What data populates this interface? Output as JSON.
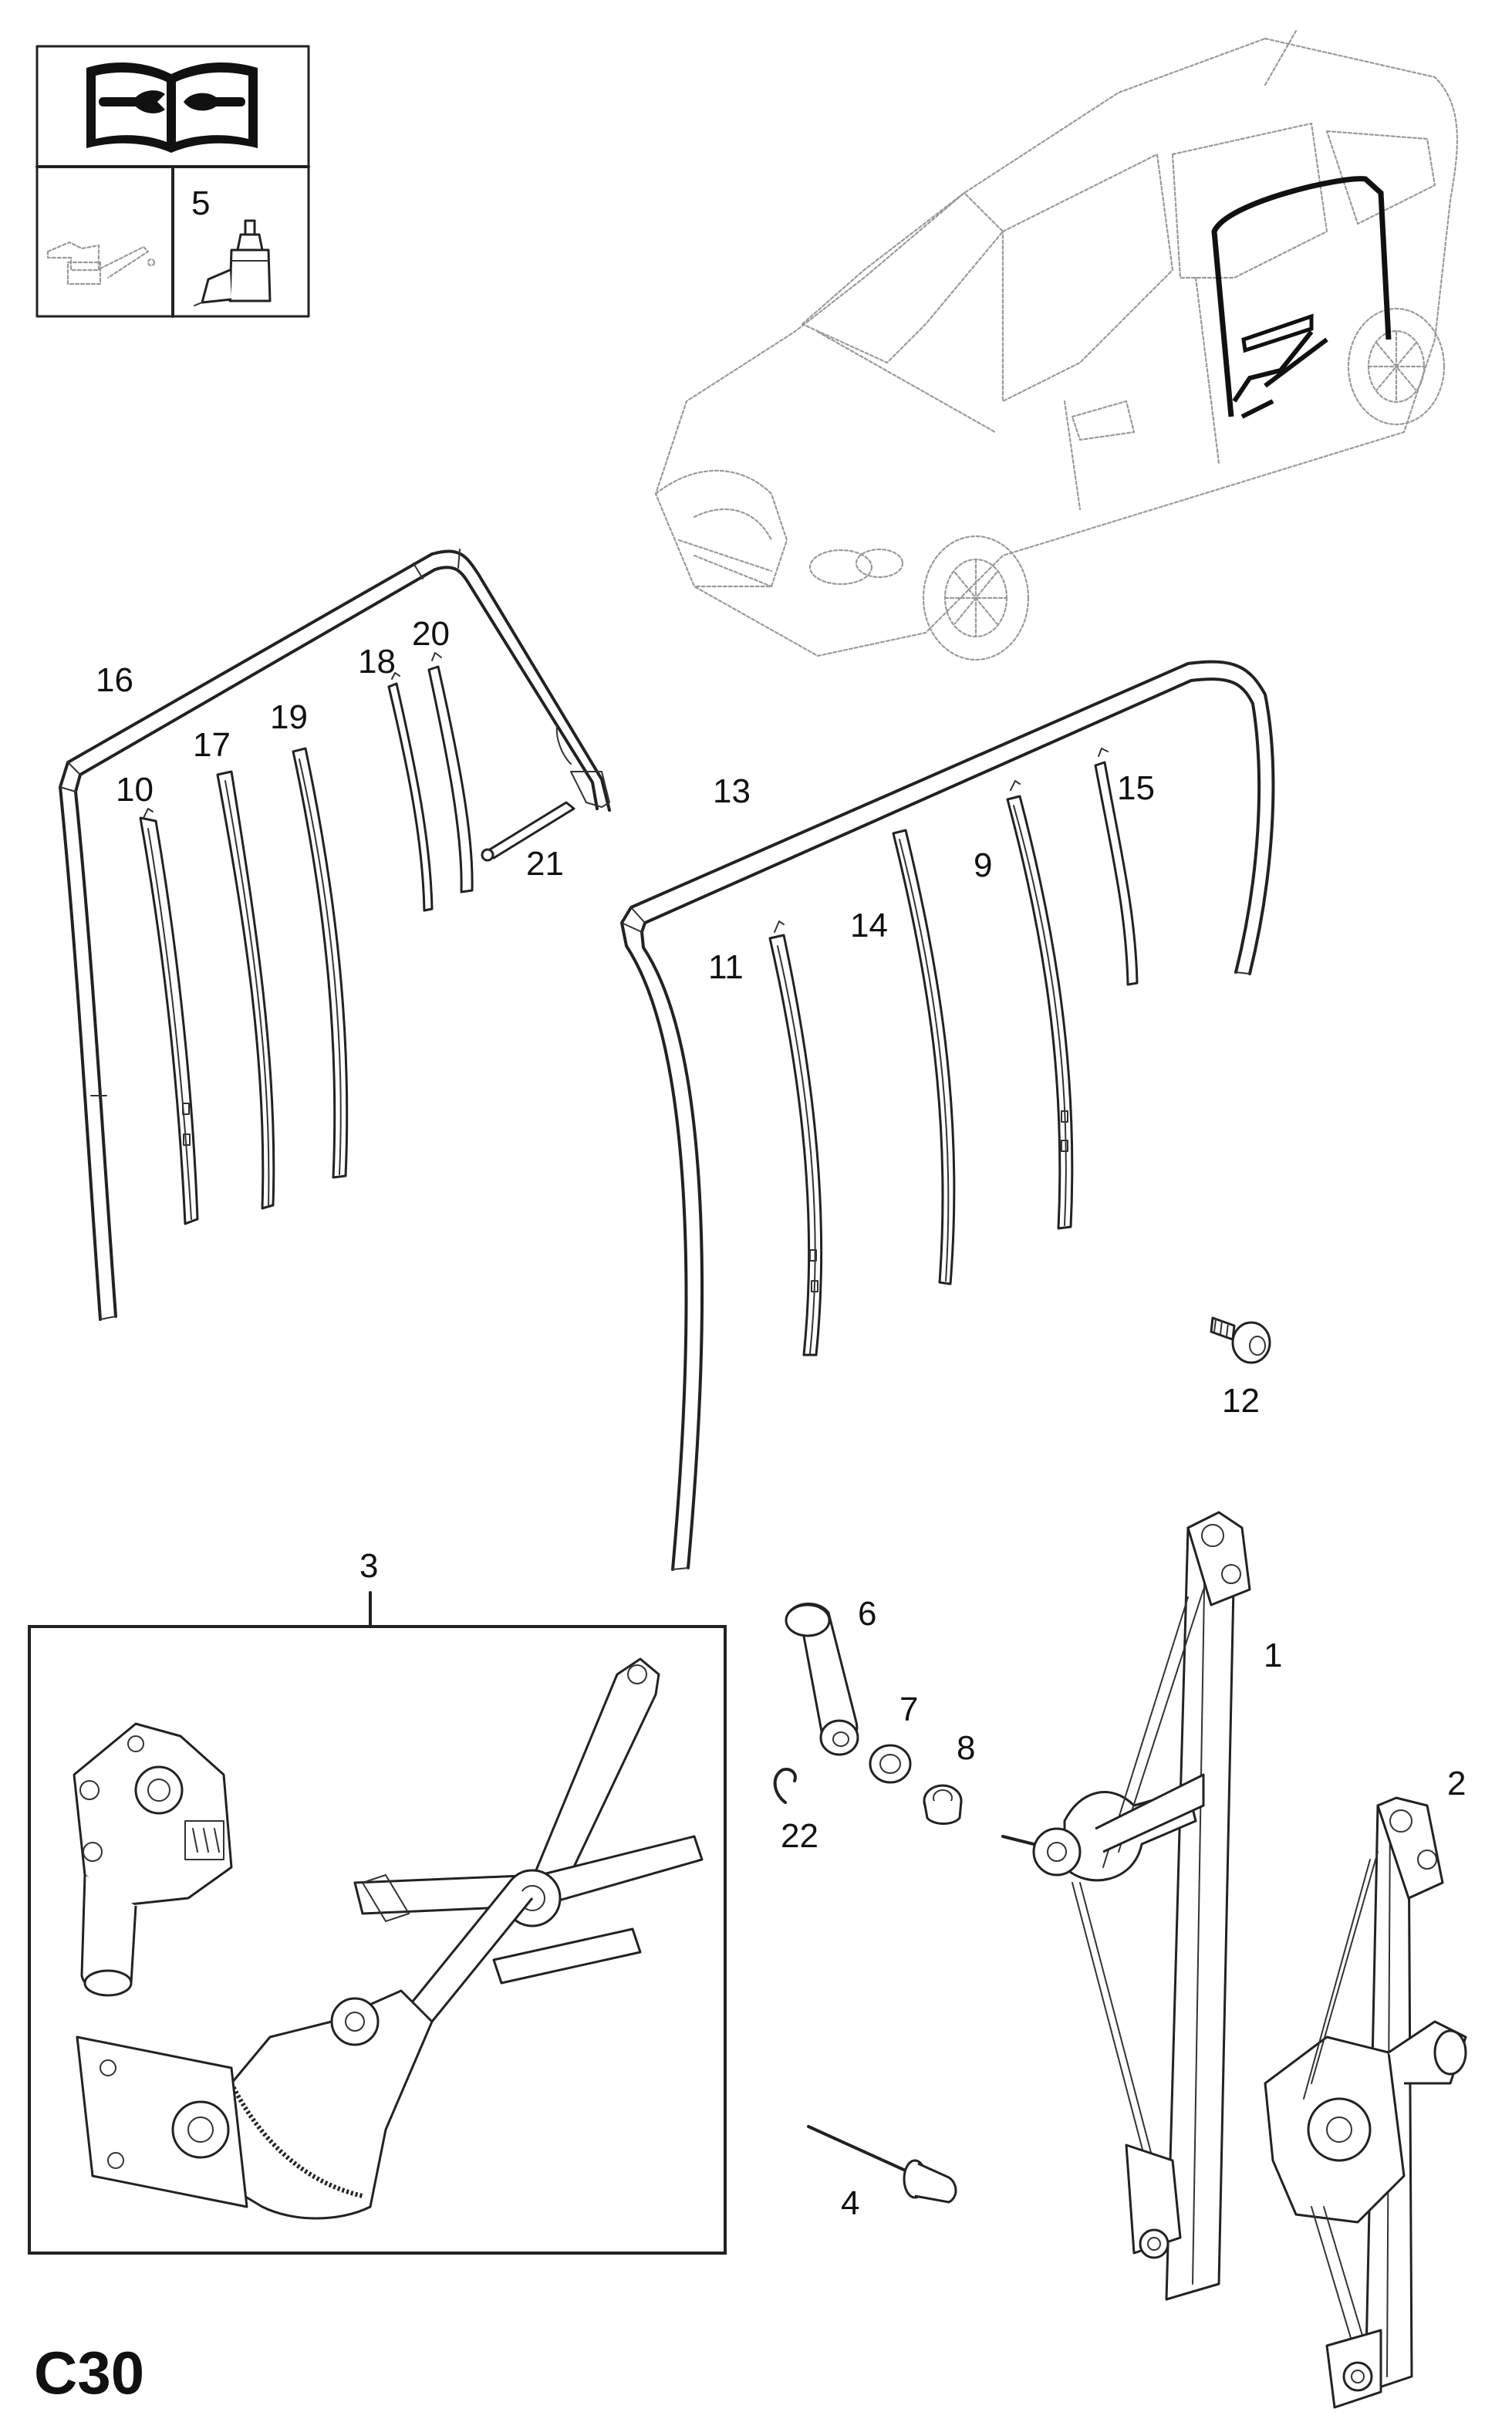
{
  "diagram_code": "C30",
  "legend_box": {
    "lubricant_ref": "5",
    "icons": [
      "service-manual-icon",
      "oil-can-icon",
      "adhesive-bottle-icon"
    ]
  },
  "parts": [
    {
      "id": "p1",
      "label": "1"
    },
    {
      "id": "p2",
      "label": "2"
    },
    {
      "id": "p3",
      "label": "3"
    },
    {
      "id": "p4",
      "label": "4"
    },
    {
      "id": "p6",
      "label": "6"
    },
    {
      "id": "p7",
      "label": "7"
    },
    {
      "id": "p8",
      "label": "8"
    },
    {
      "id": "p9",
      "label": "9"
    },
    {
      "id": "p10",
      "label": "10"
    },
    {
      "id": "p11",
      "label": "11"
    },
    {
      "id": "p12",
      "label": "12"
    },
    {
      "id": "p13",
      "label": "13"
    },
    {
      "id": "p14",
      "label": "14"
    },
    {
      "id": "p15",
      "label": "15"
    },
    {
      "id": "p16",
      "label": "16"
    },
    {
      "id": "p17",
      "label": "17"
    },
    {
      "id": "p18",
      "label": "18"
    },
    {
      "id": "p19",
      "label": "19"
    },
    {
      "id": "p20",
      "label": "20"
    },
    {
      "id": "p21",
      "label": "21"
    },
    {
      "id": "p22",
      "label": "22"
    }
  ]
}
